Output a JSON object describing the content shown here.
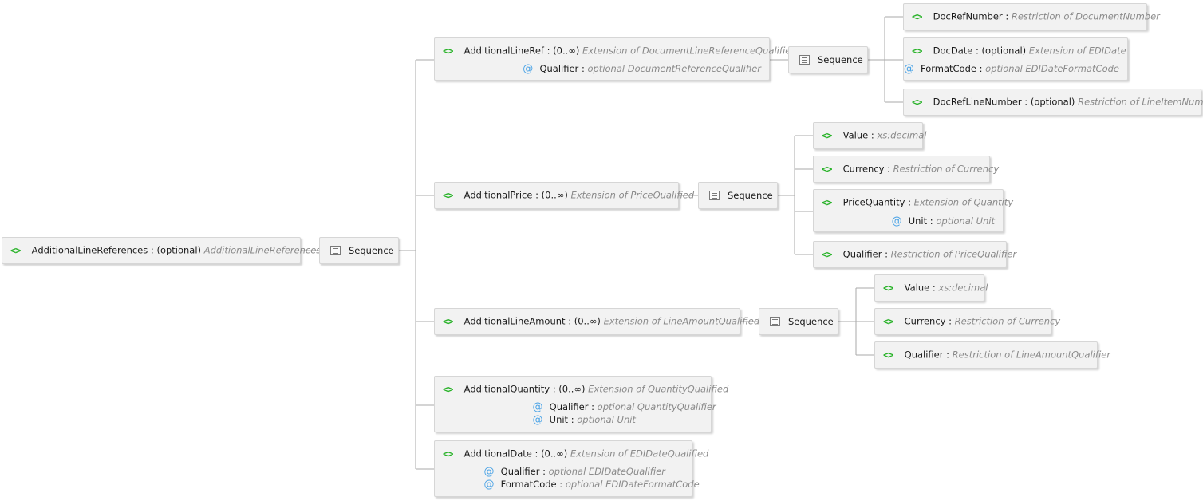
{
  "diagram": {
    "root": {
      "name": "AdditionalLineReferences",
      "occurrence": "(optional)",
      "type": "AdditionalLineReferences"
    },
    "sequence_label": "Sequence",
    "additional_line_ref": {
      "name": "AdditionalLineRef",
      "occurrence": "(0..∞)",
      "type": "Extension of DocumentLineReferenceQualified",
      "attributes": [
        {
          "name": "Qualifier",
          "detail": "optional DocumentReferenceQualifier"
        }
      ],
      "children": [
        {
          "name": "DocRefNumber",
          "occurrence": "",
          "type": "Restriction of DocumentNumber"
        },
        {
          "name": "DocDate",
          "occurrence": "(optional)",
          "type": "Extension of EDIDate",
          "attributes": [
            {
              "name": "FormatCode",
              "detail": "optional EDIDateFormatCode"
            }
          ]
        },
        {
          "name": "DocRefLineNumber",
          "occurrence": "(optional)",
          "type": "Restriction of LineItemNumber"
        }
      ]
    },
    "additional_price": {
      "name": "AdditionalPrice",
      "occurrence": "(0..∞)",
      "type": "Extension of PriceQualified",
      "children": [
        {
          "name": "Value",
          "occurrence": "",
          "type": "xs:decimal"
        },
        {
          "name": "Currency",
          "occurrence": "",
          "type": "Restriction of Currency"
        },
        {
          "name": "PriceQuantity",
          "occurrence": "",
          "type": "Extension of Quantity",
          "attributes": [
            {
              "name": "Unit",
              "detail": "optional Unit"
            }
          ]
        },
        {
          "name": "Qualifier",
          "occurrence": "",
          "type": "Restriction of PriceQualifier"
        }
      ]
    },
    "additional_line_amount": {
      "name": "AdditionalLineAmount",
      "occurrence": "(0..∞)",
      "type": "Extension of LineAmountQualified",
      "children": [
        {
          "name": "Value",
          "occurrence": "",
          "type": "xs:decimal"
        },
        {
          "name": "Currency",
          "occurrence": "",
          "type": "Restriction of Currency"
        },
        {
          "name": "Qualifier",
          "occurrence": "",
          "type": "Restriction of LineAmountQualifier"
        }
      ]
    },
    "additional_quantity": {
      "name": "AdditionalQuantity",
      "occurrence": "(0..∞)",
      "type": "Extension of QuantityQualified",
      "attributes": [
        {
          "name": "Qualifier",
          "detail": "optional QuantityQualifier"
        },
        {
          "name": "Unit",
          "detail": "optional Unit"
        }
      ]
    },
    "additional_date": {
      "name": "AdditionalDate",
      "occurrence": "(0..∞)",
      "type": "Extension of EDIDateQualified",
      "attributes": [
        {
          "name": "Qualifier",
          "detail": "optional EDIDateQualifier"
        },
        {
          "name": "FormatCode",
          "detail": "optional EDIDateFormatCode"
        }
      ]
    },
    "icons": {
      "element": "element-icon",
      "attribute": "attribute-icon",
      "sequence": "sequence-icon"
    },
    "colors": {
      "element_icon": "#27b227",
      "attribute_icon": "#4aa3e6",
      "type_text": "#8a8a8a",
      "node_fill": "#f2f2f2",
      "connector": "#aaaaaa"
    }
  }
}
